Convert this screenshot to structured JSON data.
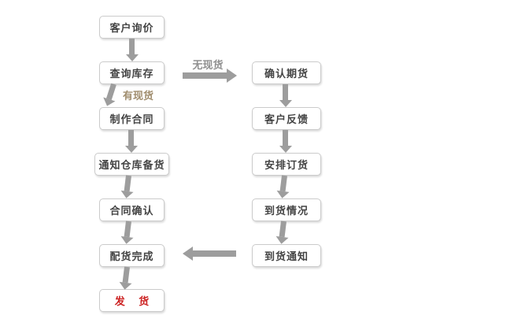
{
  "diagram": {
    "title": "order-fulfillment-flowchart",
    "left_column": [
      {
        "label": "客户询价"
      },
      {
        "label": "查询库存"
      },
      {
        "label": "制作合同"
      },
      {
        "label": "通知仓库备货"
      },
      {
        "label": "合同确认"
      },
      {
        "label": "配货完成"
      },
      {
        "label": "发 货",
        "emphasis": true
      }
    ],
    "right_column": [
      {
        "label": "确认期货"
      },
      {
        "label": "客户反馈"
      },
      {
        "label": "安排订货"
      },
      {
        "label": "到货情况"
      },
      {
        "label": "到货通知"
      }
    ],
    "branch_labels": {
      "no_stock": "无现货",
      "has_stock": "有现货"
    },
    "colors": {
      "arrow": "#9d9d9d",
      "box_border": "#cbcbcb",
      "box_text": "#444444",
      "emphasis_text": "#cc2222",
      "no_stock_label": "#8f8f8f",
      "has_stock_label": "#a08d6e"
    }
  }
}
